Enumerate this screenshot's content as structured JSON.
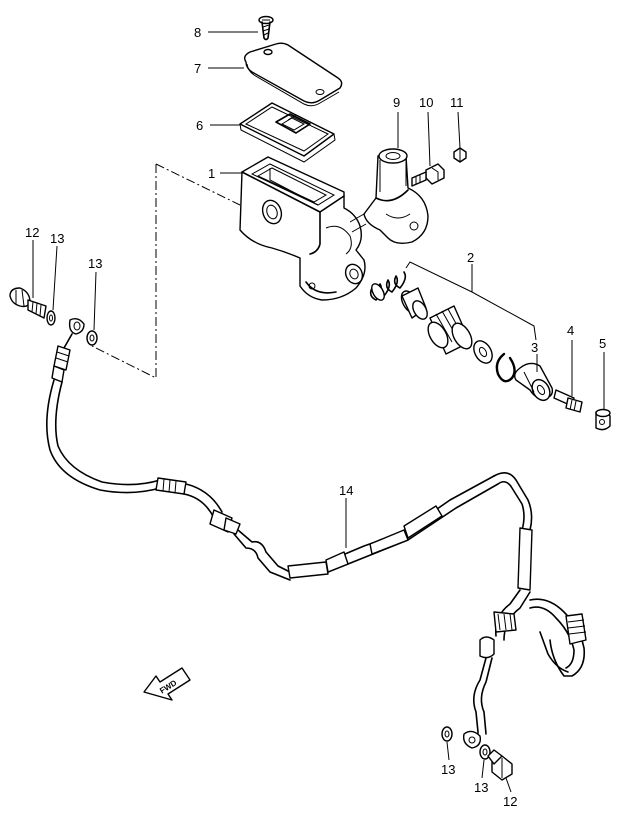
{
  "labels": {
    "p1": "1",
    "p2": "2",
    "p3": "3",
    "p4": "4",
    "p5": "5",
    "p6": "6",
    "p7": "7",
    "p8": "8",
    "p9": "9",
    "p10": "10",
    "p11": "11",
    "p12a": "12",
    "p12b": "12",
    "p13a": "13",
    "p13b": "13",
    "p13c": "13",
    "p13d": "13",
    "p14": "14"
  },
  "fwd": {
    "text": "FWD"
  },
  "colors": {
    "ink": "#000000",
    "paper": "#ffffff"
  },
  "icons": {
    "direction_arrow": "fwd-arrow-icon"
  }
}
